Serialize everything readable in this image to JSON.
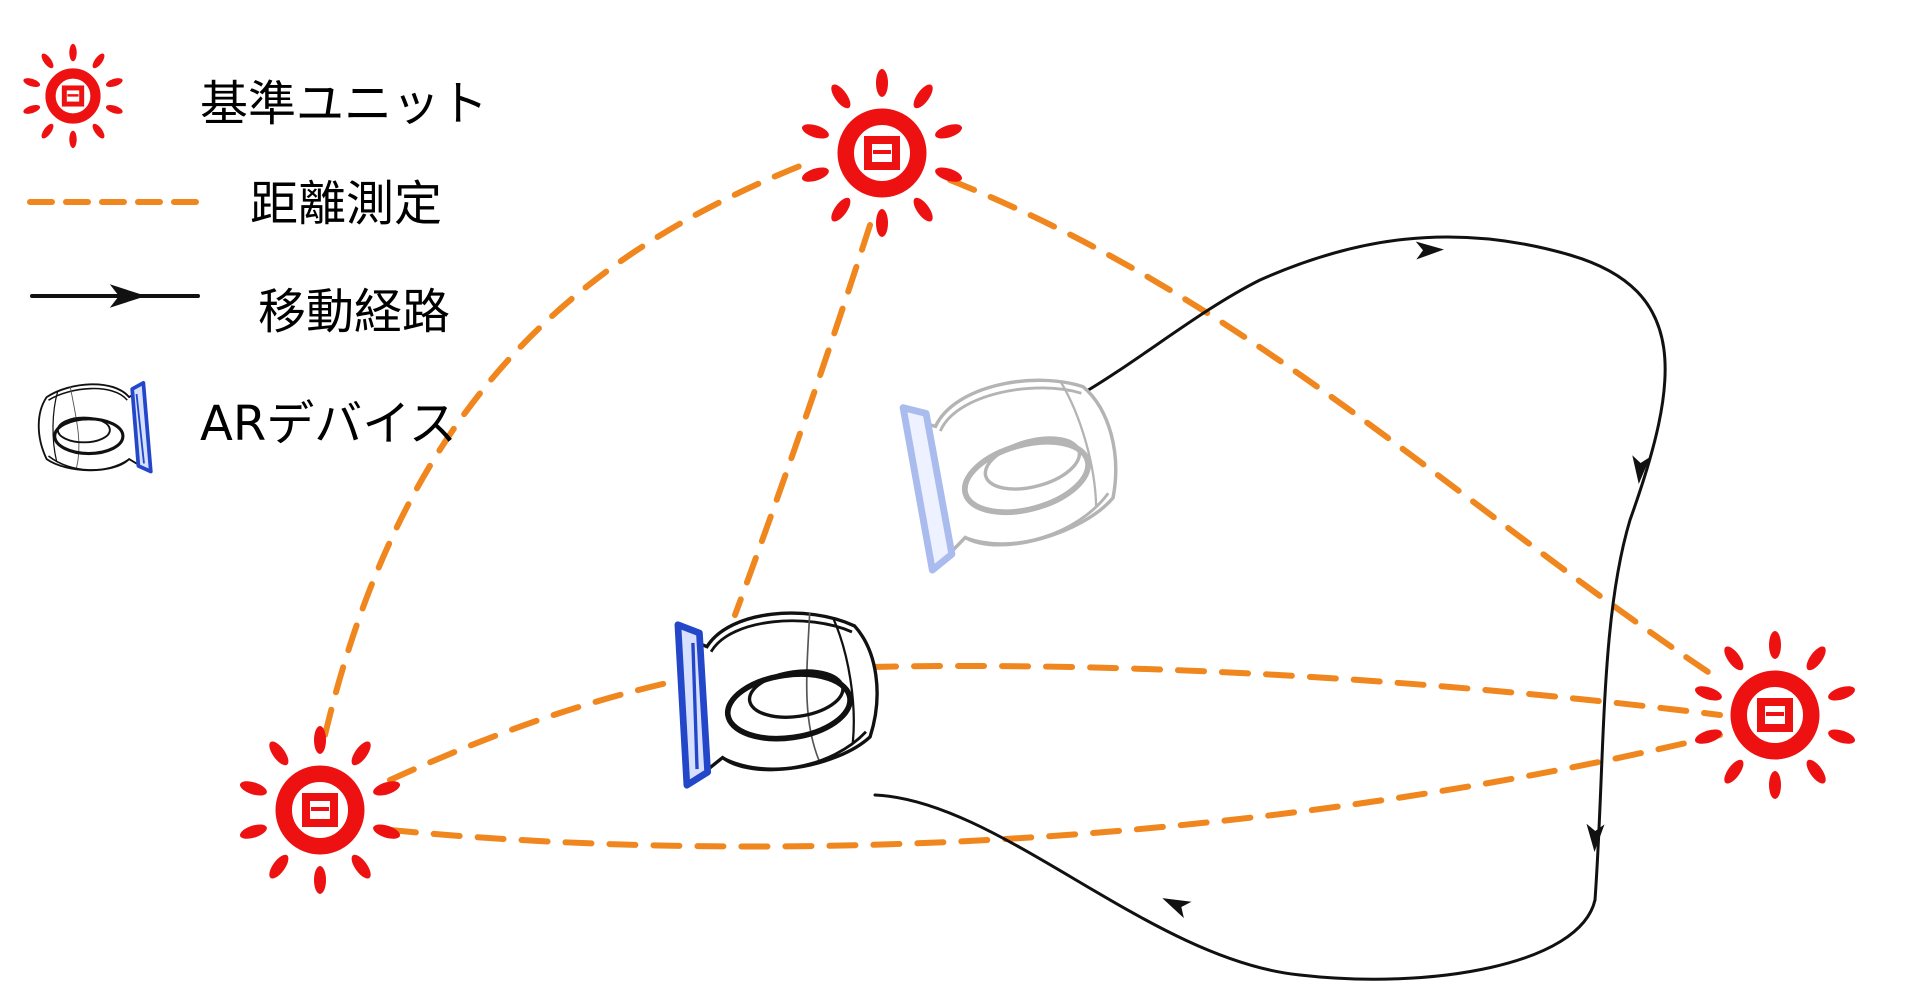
{
  "legend": {
    "reference_unit": "基準ユニット",
    "distance_measurement": "距離測定",
    "movement_path": "移動経路",
    "ar_device": "ARデバイス"
  },
  "colors": {
    "reference_unit": "#ee1111",
    "distance_measurement": "#f0861e",
    "movement_path": "#111111",
    "ar_device_outline": "#111111",
    "ar_device_screen": "#2347c8",
    "ar_device_previous": "#b4b4b4",
    "ar_device_previous_screen": "#aabbee",
    "background": "#ffffff"
  },
  "icons": {
    "reference_unit": "sun-icon",
    "ar_device": "headset-icon"
  }
}
